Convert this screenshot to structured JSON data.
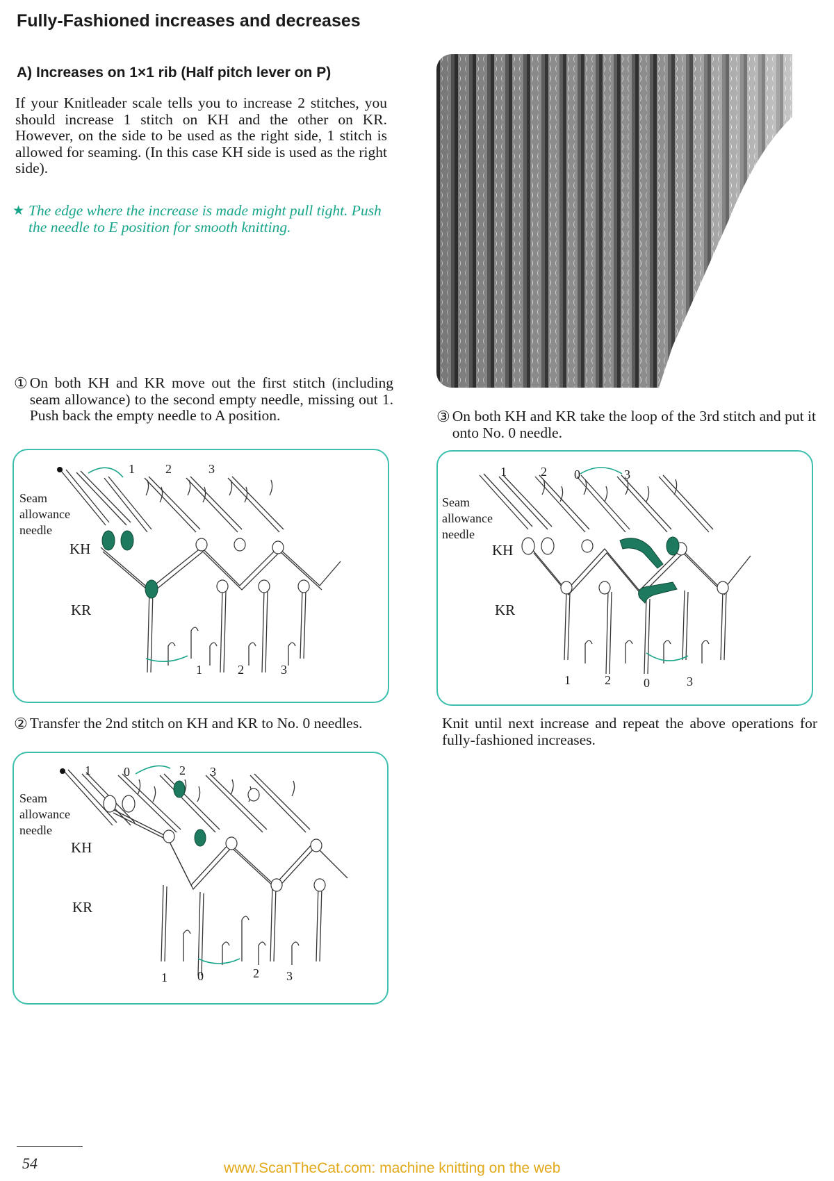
{
  "page": {
    "title": "Fully-Fashioned increases and decreases",
    "section_heading": "A) Increases on 1×1 rib (Half pitch lever on P)",
    "intro": "If your Knitleader scale tells you to increase 2 stitches, you should increase 1 stitch on KH and the other on KR. However, on the side to be used as the right side, 1 stitch is allowed for seaming. (In this case KH side is used as the right side).",
    "note_star": "★",
    "note": "The edge where the increase is made might pull tight. Push the needle to E position for smooth knitting.",
    "steps": [
      {
        "num": "①",
        "text": "On both KH and KR move out the first stitch (including seam allowance) to the second empty needle, missing out 1. Push back the empty needle to A position."
      },
      {
        "num": "②",
        "text": "Transfer the 2nd stitch on KH and KR to No. 0 needles."
      },
      {
        "num": "③",
        "text": "On both KH and KR take the loop of the 3rd stitch and put it onto No. 0 needle."
      }
    ],
    "closing": "Knit until next increase and repeat the above operations for fully-fashioned increases.",
    "page_number": "54",
    "footer": "www.ScanTheCat.com: machine knitting on the web"
  },
  "diagram_labels": {
    "seam": "Seam",
    "allowance": "allowance",
    "needle": "needle",
    "kh": "KH",
    "kr": "KR"
  },
  "diagrams": [
    {
      "top_numbers": [
        "1",
        "2",
        "3"
      ],
      "bottom_numbers": [
        "1",
        "2",
        "3"
      ]
    },
    {
      "top_numbers": [
        "1",
        "0",
        "2",
        "3"
      ],
      "bottom_numbers": [
        "1",
        "0",
        "2",
        "3"
      ]
    },
    {
      "top_numbers": [
        "1",
        "2",
        "0",
        "3"
      ],
      "bottom_numbers": [
        "1",
        "2",
        "0",
        "3"
      ]
    }
  ],
  "colors": {
    "accent": "#17a589",
    "stitch_green": "#1e7a5e",
    "box_border": "#3dbfae",
    "footer": "#e2a817"
  }
}
